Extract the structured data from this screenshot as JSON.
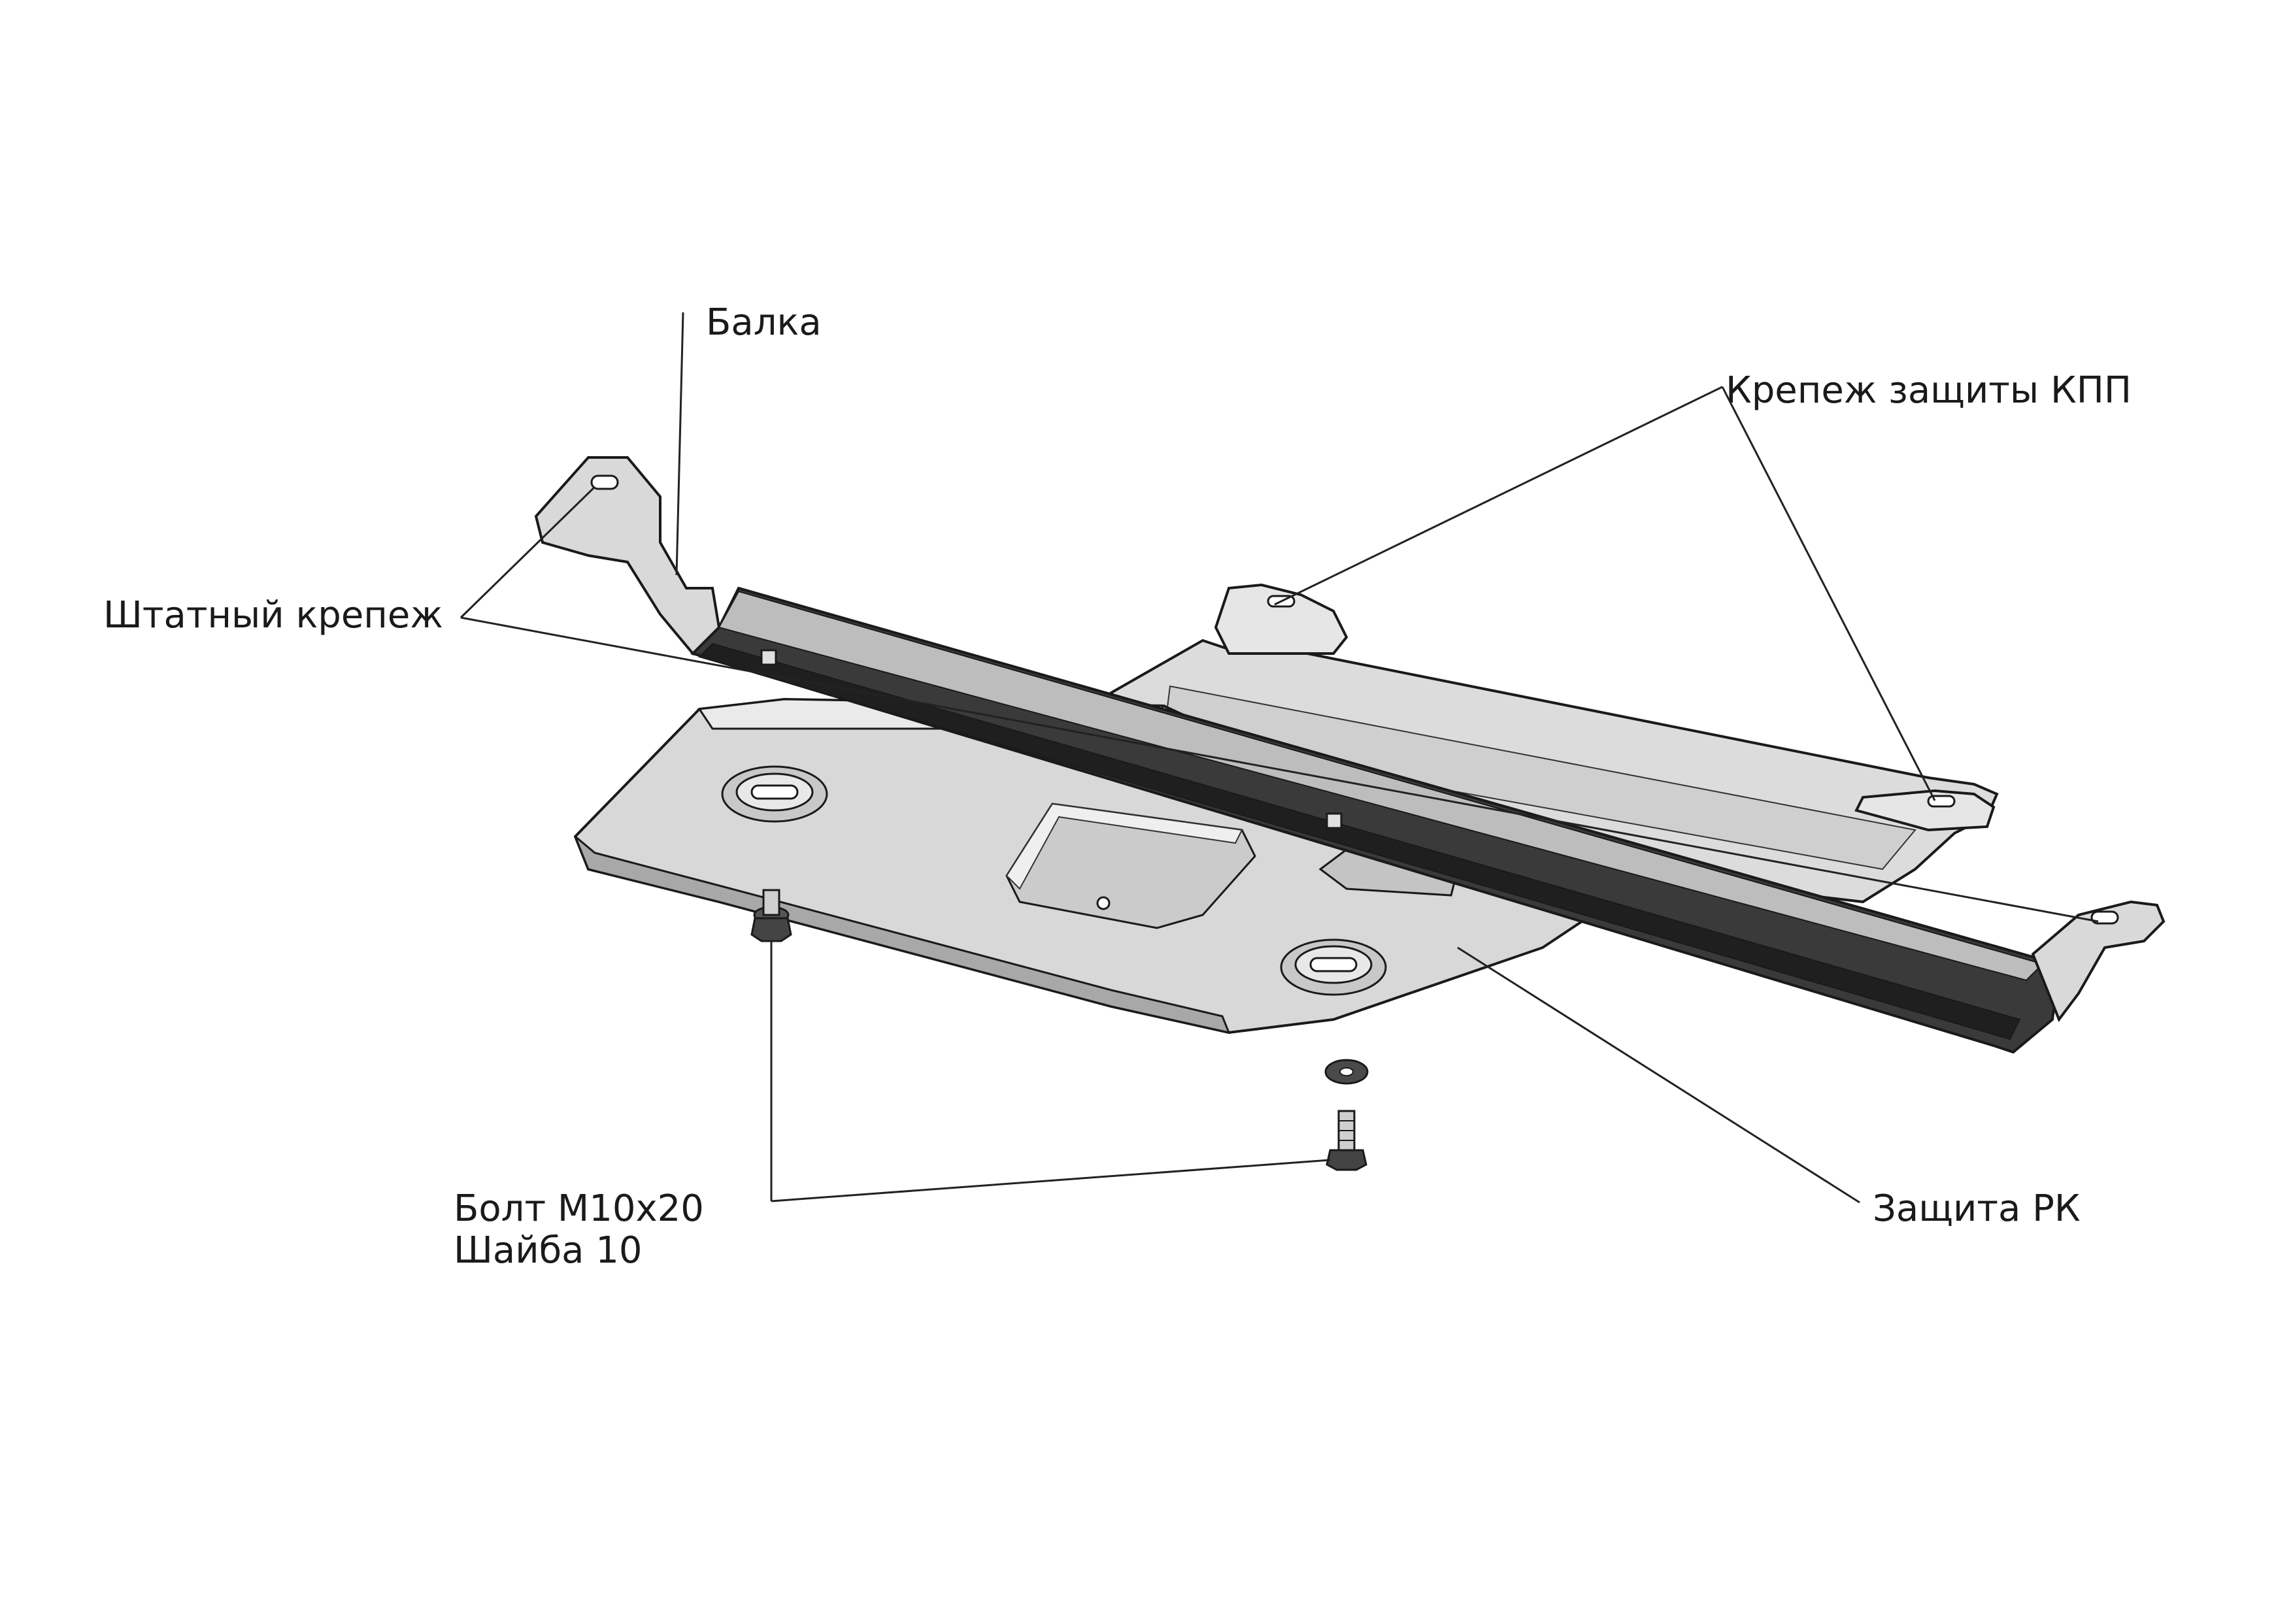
{
  "labels": {
    "balka": "Балка",
    "krepezh_kpp": "Крепеж защиты КПП",
    "shtatny_krepezh": "Штатный крепеж",
    "bolt": "Болт М10х20",
    "shaiba": "Шайба 10",
    "zashita_rk": "Защита РК"
  },
  "colors": {
    "outline": "#1a1a1a",
    "plate_light": "#e2e2e2",
    "plate_mid": "#c9c9c9",
    "plate_dark": "#9a9a9a",
    "beam_dark": "#3a3a3a",
    "leader": "#222222"
  }
}
